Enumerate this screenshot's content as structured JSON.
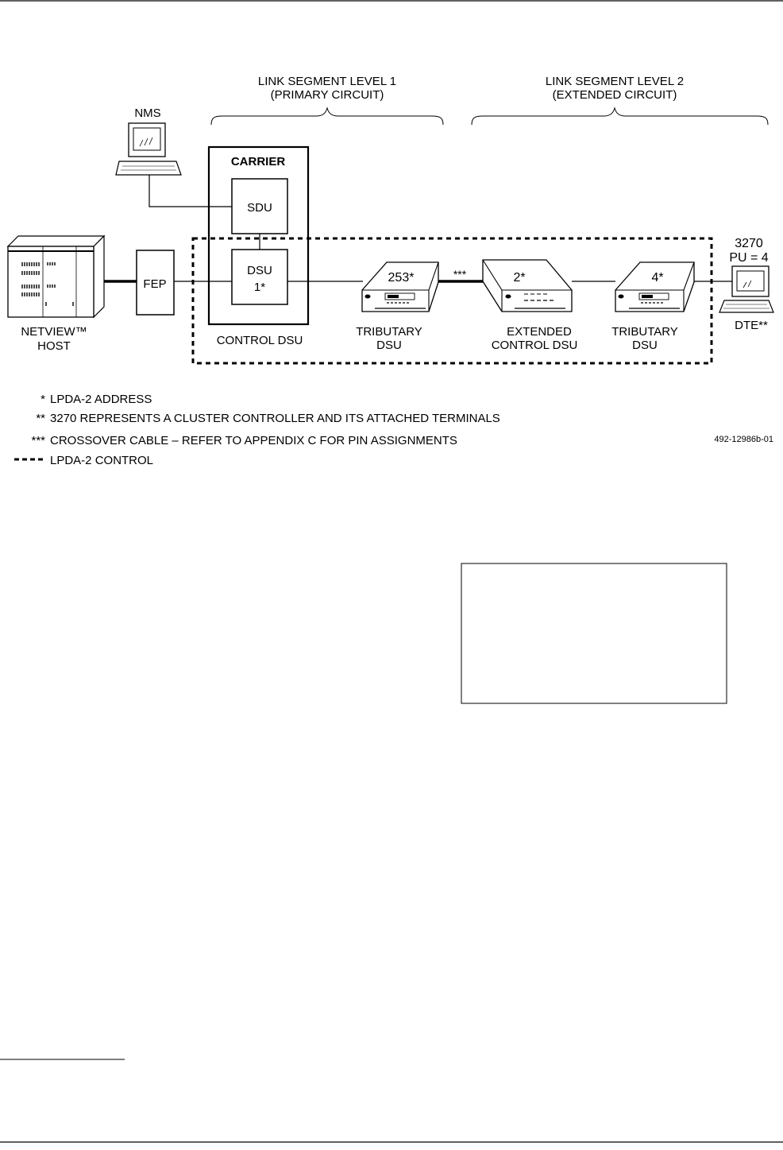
{
  "segments": {
    "level1": [
      "LINK SEGMENT LEVEL 1",
      "(PRIMARY CIRCUIT)"
    ],
    "level2": [
      "LINK SEGMENT LEVEL 2",
      "(EXTENDED CIRCUIT)"
    ]
  },
  "nodes": {
    "nms": "NMS",
    "carrier": "CARRIER",
    "sdu": "SDU",
    "dsu": [
      "DSU",
      "1*"
    ],
    "fep": "FEP",
    "host": [
      "NETVIEW™",
      "HOST"
    ],
    "control_dsu": "CONTROL DSU",
    "trib1": {
      "address": "253*",
      "label": [
        "TRIBUTARY",
        "DSU"
      ]
    },
    "crossover_mark": "***",
    "ext_control": {
      "address": "2*",
      "label": [
        "EXTENDED",
        "CONTROL DSU"
      ]
    },
    "trib2": {
      "address": "4*",
      "label": [
        "TRIBUTARY",
        "DSU"
      ]
    },
    "terminal": {
      "header": [
        "3270",
        "PU = 4"
      ],
      "label": "DTE**"
    }
  },
  "legend": [
    {
      "mark": "*",
      "text": "LPDA-2 ADDRESS"
    },
    {
      "mark": "**",
      "text": "3270 REPRESENTS A CLUSTER CONTROLLER AND ITS ATTACHED TERMINALS"
    },
    {
      "mark": "***",
      "text": "CROSSOVER CABLE – REFER TO APPENDIX C FOR PIN ASSIGNMENTS"
    },
    {
      "mark": "----",
      "text": "LPDA-2 CONTROL"
    }
  ],
  "figure_id": "492-12986b-01"
}
